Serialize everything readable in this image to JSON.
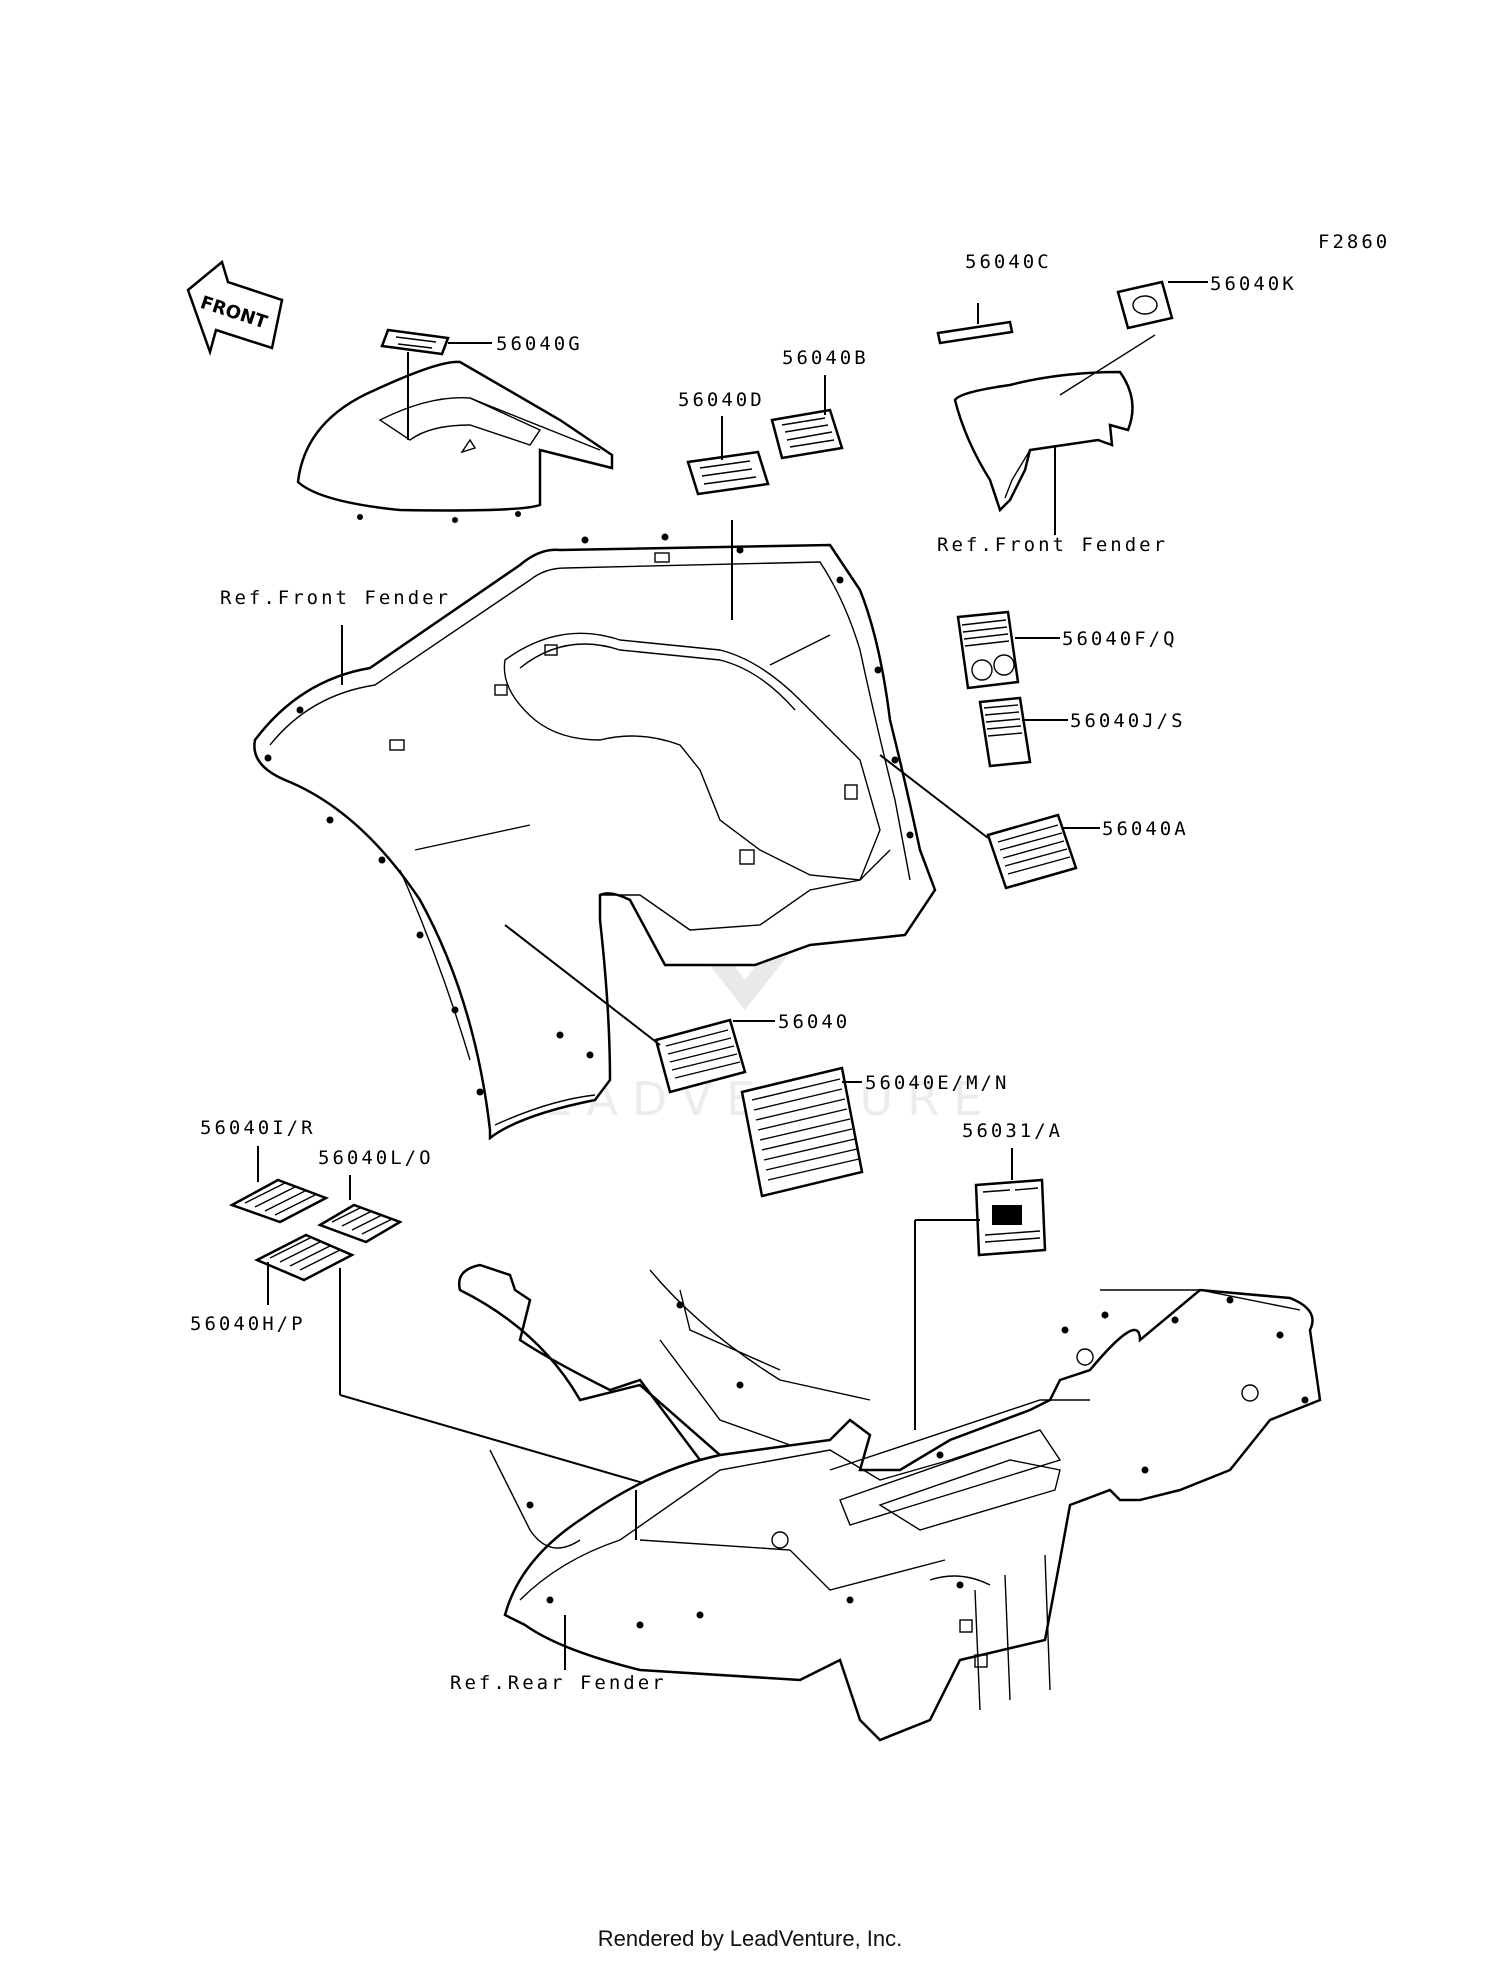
{
  "diagram_code": "F2860",
  "front_badge": "FRONT",
  "watermark": "LEADVENTURE",
  "callouts": {
    "p56040G": "56040G",
    "p56040C": "56040C",
    "p56040K": "56040K",
    "p56040B": "56040B",
    "p56040D": "56040D",
    "p56040FQ": "56040F/Q",
    "p56040JS": "56040J/S",
    "p56040A": "56040A",
    "p56040": "56040",
    "p56040EMN": "56040E/M/N",
    "p56040IR": "56040I/R",
    "p56040LO": "56040L/O",
    "p56040HP": "56040H/P",
    "p56031A": "56031/A"
  },
  "references": {
    "front_fender_left": "Ref.Front Fender",
    "front_fender_right": "Ref.Front Fender",
    "rear_fender": "Ref.Rear Fender"
  },
  "footer": "Rendered by LeadVenture, Inc."
}
